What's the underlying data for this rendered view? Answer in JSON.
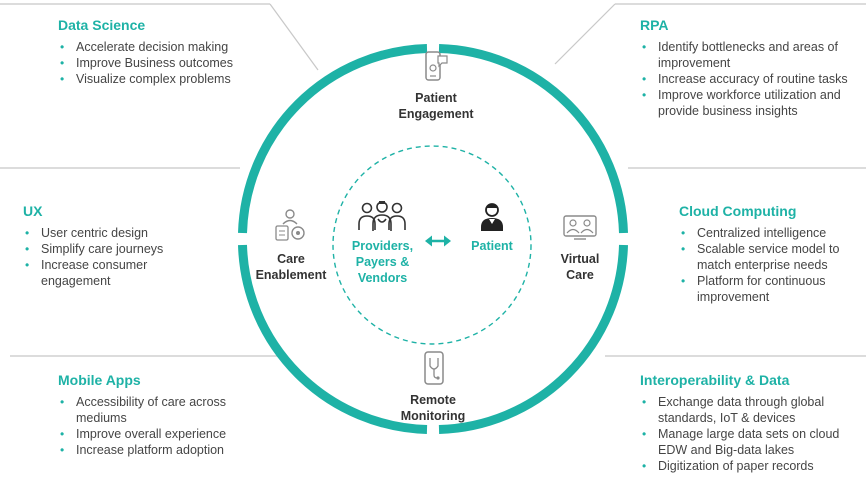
{
  "colors": {
    "accent": "#1eb2a6",
    "accent_light": "#5ec9c0",
    "text": "#454545",
    "divider": "#c8c8c8"
  },
  "panels": {
    "data_science": {
      "title": "Data Science",
      "items": [
        "Accelerate decision making",
        "Improve Business outcomes",
        "Visualize complex problems"
      ]
    },
    "rpa": {
      "title": "RPA",
      "items": [
        "Identify bottlenecks and areas of improvement",
        "Increase accuracy of routine tasks",
        "Improve workforce utilization and provide business insights"
      ]
    },
    "ux": {
      "title": "UX",
      "items": [
        "User centric design",
        "Simplify care journeys",
        "Increase consumer engagement"
      ]
    },
    "cloud": {
      "title": "Cloud Computing",
      "items": [
        "Centralized intelligence",
        "Scalable service model to match enterprise needs",
        "Platform for continuous improvement"
      ]
    },
    "mobile": {
      "title": "Mobile Apps",
      "items": [
        "Accessibility of care across mediums",
        "Improve overall experience",
        "Increase platform adoption"
      ]
    },
    "interop": {
      "title": "Interoperability & Data",
      "items": [
        "Exchange data through global standards, IoT & devices",
        "Manage large data sets on cloud EDW and Big-data lakes",
        "Digitization of paper records"
      ]
    }
  },
  "nodes": {
    "patient_engagement": {
      "line1": "Patient",
      "line2": "Engagement",
      "icon": "phone-chat-icon"
    },
    "care_enablement": {
      "line1": "Care",
      "line2": "Enablement",
      "icon": "care-team-icon"
    },
    "virtual_care": {
      "line1": "Virtual",
      "line2": "Care",
      "icon": "video-call-icon"
    },
    "remote_monitoring": {
      "line1": "Remote",
      "line2": "Monitoring",
      "icon": "stethoscope-phone-icon"
    }
  },
  "center": {
    "providers": {
      "line1": "Providers,",
      "line2": "Payers &",
      "line3": "Vendors",
      "icon": "providers-group-icon"
    },
    "patient": {
      "label": "Patient",
      "icon": "patient-icon"
    },
    "connector": "double-arrow-icon"
  }
}
